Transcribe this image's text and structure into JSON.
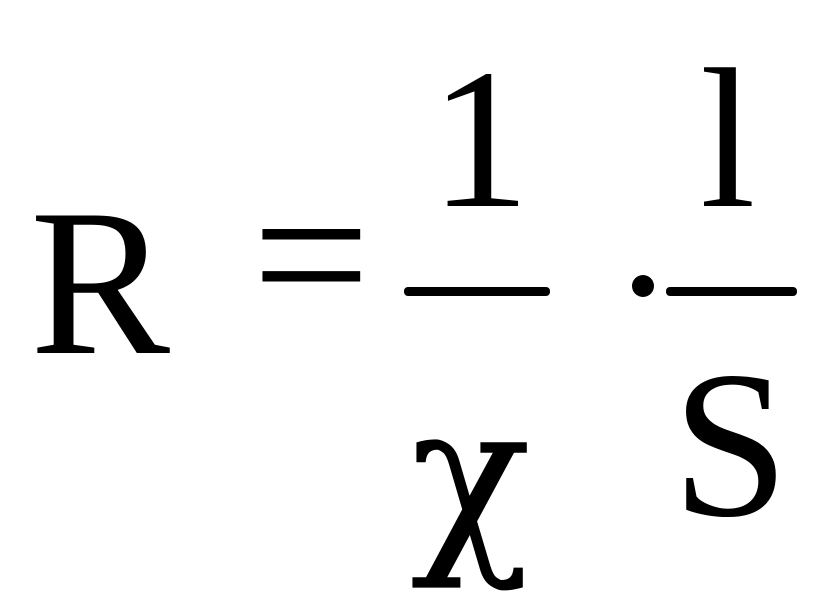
{
  "formula": {
    "lhs": "R",
    "equals": "=",
    "fraction1": {
      "numerator": "1",
      "denominator": "χ"
    },
    "operator": "·",
    "fraction2": {
      "numerator": "l",
      "denominator": "S"
    }
  }
}
